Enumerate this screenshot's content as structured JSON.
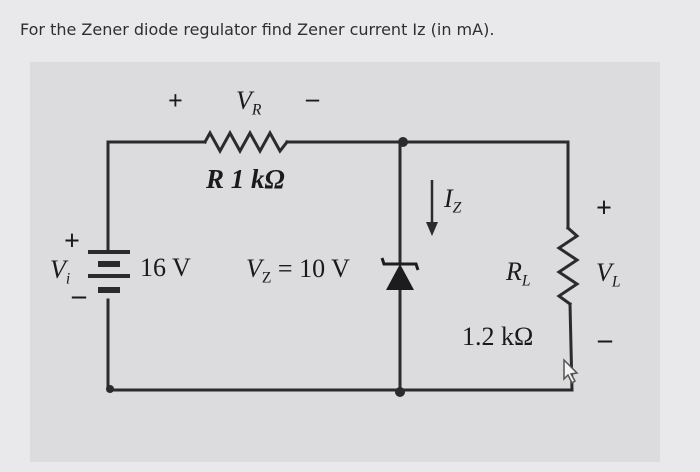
{
  "question": "For the Zener diode regulator find Zener current Iz (in mA).",
  "labels": {
    "vr_plus": "+",
    "vr_symbol": "V",
    "vr_sub": "R",
    "vr_minus": "–",
    "resistor": "R  1 kΩ",
    "iz_symbol": "I",
    "iz_sub": "Z",
    "vi_plus": "+",
    "vi_symbol": "V",
    "vi_sub": "i",
    "vi_minus": "–",
    "source_value": "16 V",
    "vz": "V",
    "vz_sub": "Z",
    "vz_value": " = 10 V",
    "rl_symbol": "R",
    "rl_sub": "L",
    "rl_value": "1.2 kΩ",
    "vl_plus": "+",
    "vl_symbol": "V",
    "vl_sub": "L",
    "vl_minus": "–"
  },
  "colors": {
    "wire": "#2b2b2e",
    "text": "#1a1a1a",
    "background": "#e9e9eb"
  }
}
